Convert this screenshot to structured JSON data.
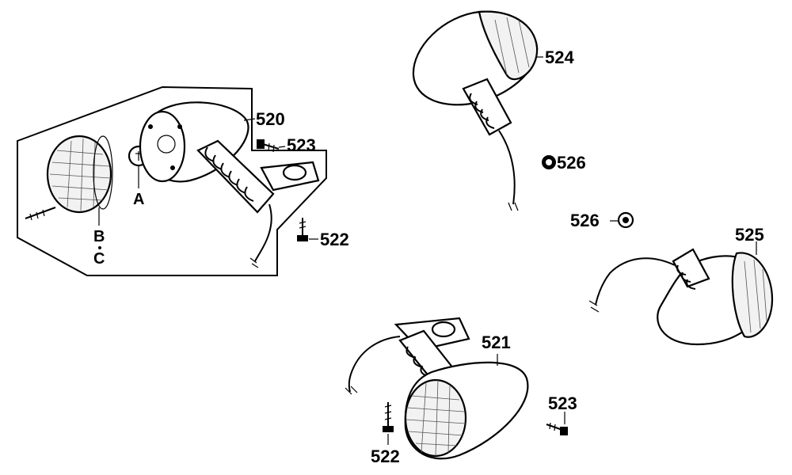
{
  "parts": {
    "p520": "520",
    "p521": "521",
    "p522a": "522",
    "p522b": "522",
    "p523a": "523",
    "p523b": "523",
    "p524": "524",
    "p525": "525",
    "p526a": "526",
    "p526b": "526"
  },
  "callouts": {
    "a": "A",
    "bc_top": "B",
    "bc_bottom": "C"
  }
}
